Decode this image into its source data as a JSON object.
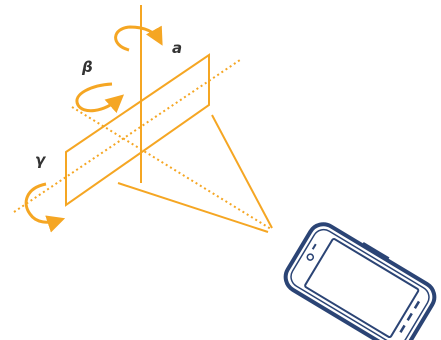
{
  "labels": {
    "alpha": "a",
    "beta": "β",
    "gamma": "γ"
  },
  "colors": {
    "orange": "#F5A623",
    "label_text": "#333333",
    "phone_navy": "#2B4475",
    "phone_screen": "#FFFFFF"
  },
  "icons": {
    "rotation_arrow": "curved-arrow-icon",
    "device": "smartphone-icon"
  }
}
